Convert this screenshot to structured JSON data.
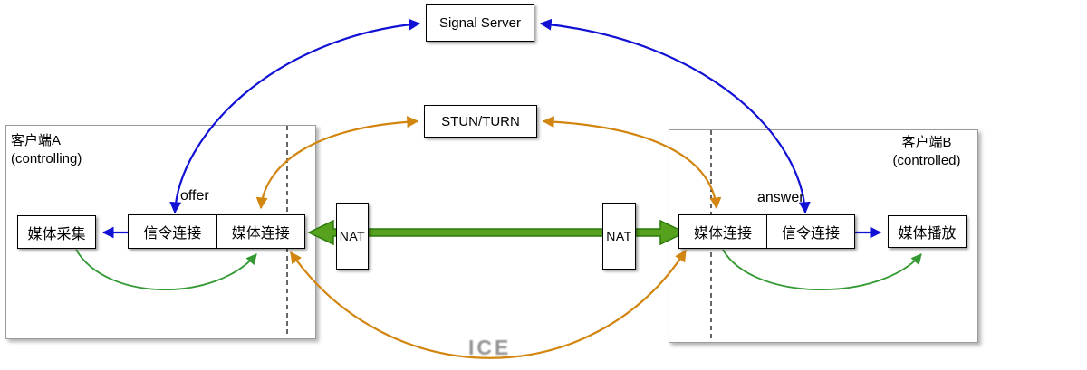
{
  "figure": {
    "signal_server": {
      "label": "Signal Server"
    },
    "stun_turn": {
      "label": "STUN/TURN"
    },
    "client_a": {
      "title": "客户端A",
      "subtitle": "(controlling)",
      "media_capture": "媒体采集",
      "signaling_conn": "信令连接",
      "media_conn": "媒体连接",
      "sdp_label": "offer"
    },
    "client_b": {
      "title": "客户端B",
      "subtitle": "(controlled)",
      "media_conn": "媒体连接",
      "signaling_conn": "信令连接",
      "media_playback": "媒体播放",
      "sdp_label": "answer"
    },
    "nat_a": {
      "label": "NAT"
    },
    "nat_b": {
      "label": "NAT"
    },
    "watermark": "ICE",
    "colors": {
      "signaling": "#1111d6",
      "stun": "#d2850f",
      "media_internal": "#339933",
      "p2p_fill": "#56a21f",
      "p2p_stroke": "#2c7b0c"
    }
  }
}
